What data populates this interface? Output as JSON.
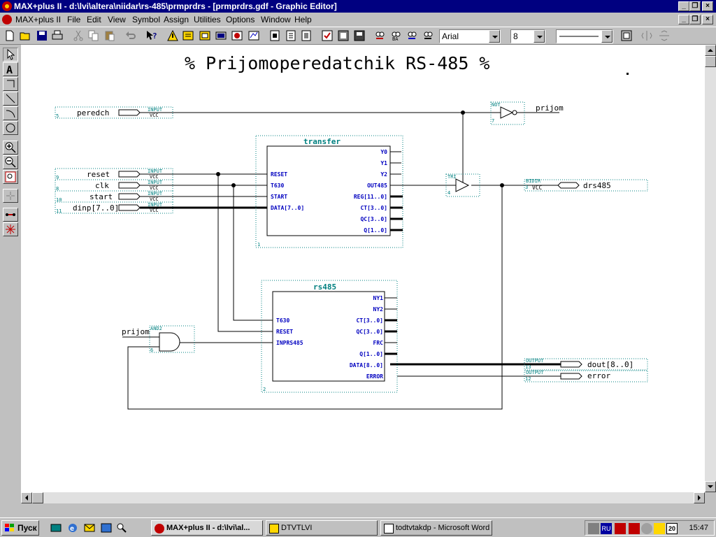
{
  "window": {
    "title": "MAX+plus II - d:\\lvi\\altera\\niidar\\rs-485\\prmprdrs - [prmprdrs.gdf - Graphic Editor]"
  },
  "menu": [
    "MAX+plus II",
    "File",
    "Edit",
    "View",
    "Symbol",
    "Assign",
    "Utilities",
    "Options",
    "Window",
    "Help"
  ],
  "toolbar": {
    "font_name": "Arial",
    "font_size": "8",
    "line_style": "solid-line"
  },
  "schematic": {
    "title": "% Prijomoperedatchik RS-485 %",
    "pins": {
      "peredch": {
        "name": "peredch",
        "type": "INPUT",
        "default": "VCC",
        "num": "5"
      },
      "reset": {
        "name": "reset",
        "type": "INPUT",
        "default": "VCC",
        "num": "9"
      },
      "clk": {
        "name": "clk",
        "type": "INPUT",
        "default": "VCC",
        "num": "8"
      },
      "start": {
        "name": "start",
        "type": "INPUT",
        "default": "VCC",
        "num": "10"
      },
      "dinp": {
        "name": "dinp[7..0]",
        "type": "INPUT",
        "default": "VCC",
        "num": "11"
      },
      "drs485": {
        "name": "drs485",
        "type": "BIDIR",
        "default": "VCC",
        "num": "3"
      },
      "dout": {
        "name": "dout[8..0]",
        "type": "OUTPUT",
        "num": "13"
      },
      "error": {
        "name": "error",
        "type": "OUTPUT",
        "num": "12"
      }
    },
    "gates": {
      "not": {
        "type": "NOT",
        "num": "7",
        "output_label": "prijom"
      },
      "tri": {
        "type": "TRI",
        "num": "4"
      },
      "and": {
        "type": "AND2",
        "num": "6",
        "input_label": "prijom"
      }
    },
    "blocks": {
      "transfer": {
        "name": "transfer",
        "num": "1",
        "inputs": [
          "RESET",
          "T630",
          "START",
          "DATA[7..0]"
        ],
        "outputs": [
          "Y0",
          "Y1",
          "Y2",
          "OUT485",
          "REG[11..0]",
          "CT[3..0]",
          "QC[3..0]",
          "Q[1..0]"
        ]
      },
      "rs485": {
        "name": "rs485",
        "num": "2",
        "inputs": [
          "T630",
          "RESET",
          "INPRS485"
        ],
        "outputs": [
          "NY1",
          "NY2",
          "CT[3..0]",
          "QC[3..0]",
          "FRC",
          "Q[1..0]",
          "DATA[8..0]",
          "ERROR"
        ]
      }
    }
  },
  "taskbar": {
    "start_label": "Пуск",
    "tasks": [
      {
        "label": "MAX+plus II - d:\\lvi\\al...",
        "active": true
      },
      {
        "label": "DTVTLVI",
        "active": false
      },
      {
        "label": "todtvtakdp - Microsoft Word",
        "active": false
      }
    ],
    "language": "RU",
    "tray_date": "20",
    "clock": "15:47"
  },
  "colors": {
    "titlebar": "#000080",
    "symbol_teal": "#008080",
    "symbol_blue": "#0000c0",
    "desktop_gray": "#c0c0c0"
  }
}
